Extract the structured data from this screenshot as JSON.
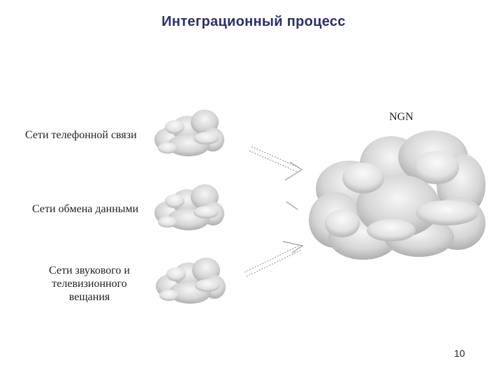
{
  "title": "Интеграционный процесс",
  "sources": [
    {
      "label": "Сети телефонной связи"
    },
    {
      "label": "Сети обмена данными"
    },
    {
      "label": "Сети звукового и телевизионного вещания"
    }
  ],
  "target": {
    "label": "NGN"
  },
  "page_number": "10",
  "colors": {
    "title": "#2b2f6b",
    "cloud_light": "#f4f4f4",
    "cloud_dark": "#a8a8a8"
  }
}
